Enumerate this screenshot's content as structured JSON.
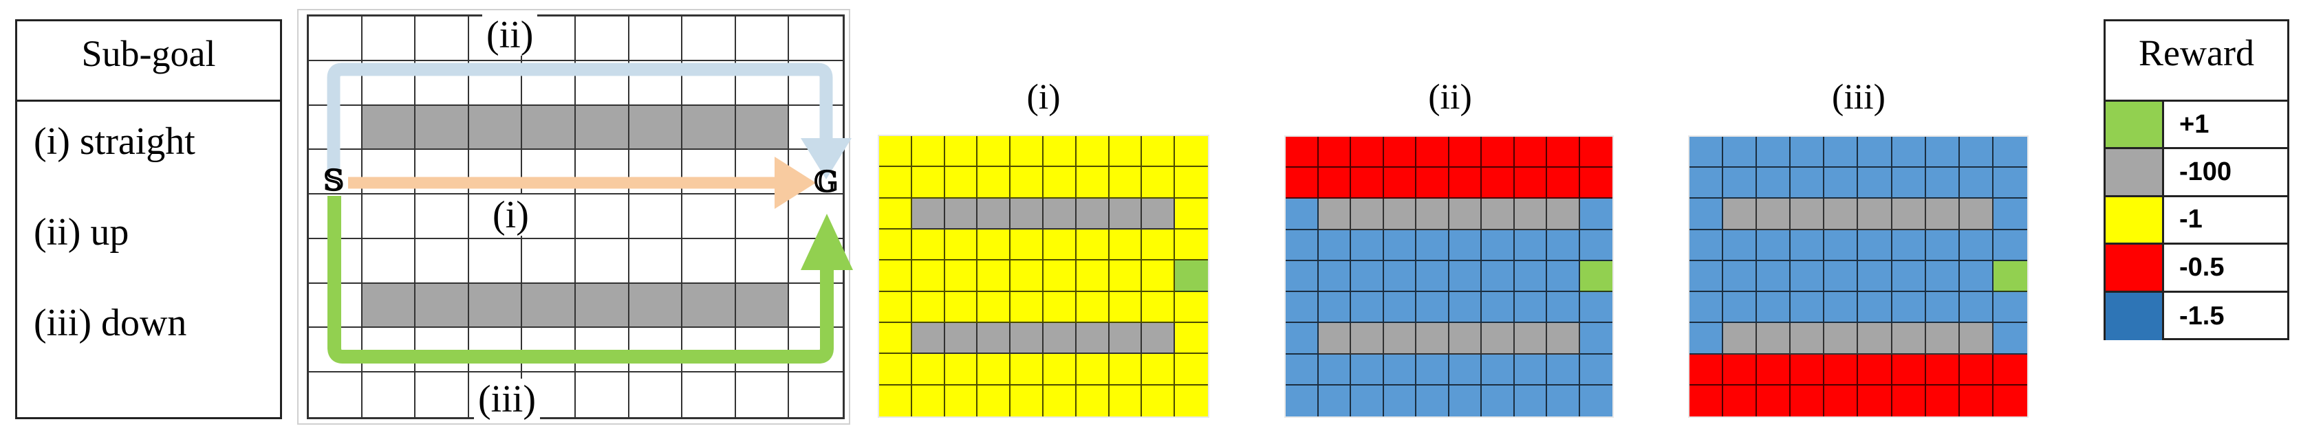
{
  "subgoal_table": {
    "header": "Sub-goal",
    "rows": [
      "(i) straight",
      "(ii) up",
      "(iii) down"
    ]
  },
  "maze": {
    "cols": 10,
    "rows": 9,
    "walls": [
      [
        2,
        1
      ],
      [
        2,
        2
      ],
      [
        2,
        3
      ],
      [
        2,
        4
      ],
      [
        2,
        5
      ],
      [
        2,
        6
      ],
      [
        2,
        7
      ],
      [
        2,
        8
      ],
      [
        6,
        1
      ],
      [
        6,
        2
      ],
      [
        6,
        3
      ],
      [
        6,
        4
      ],
      [
        6,
        5
      ],
      [
        6,
        6
      ],
      [
        6,
        7
      ],
      [
        6,
        8
      ]
    ],
    "start": {
      "glyph": "𝕊",
      "row": 4,
      "col": 0
    },
    "goal": {
      "glyph": "𝔾",
      "row": 4,
      "col": 9
    },
    "paths": [
      {
        "id": "i",
        "label": "(i)",
        "name": "straight",
        "color": "#F8CBA0"
      },
      {
        "id": "ii",
        "label": "(ii)",
        "name": "up",
        "color": "#C9DCEA"
      },
      {
        "id": "iii",
        "label": "(iii)",
        "name": "down",
        "color": "#92D050"
      }
    ],
    "wall_color": "#A6A6A6"
  },
  "reward_maps": [
    {
      "title": "(i)",
      "sub_goal": "straight",
      "base": "Y",
      "red_rows": []
    },
    {
      "title": "(ii)",
      "sub_goal": "up",
      "base": "B",
      "red_rows": [
        0,
        1
      ]
    },
    {
      "title": "(iii)",
      "sub_goal": "down",
      "base": "B",
      "red_rows": [
        7,
        8
      ]
    }
  ],
  "reward_legend": {
    "header": "Reward",
    "items": [
      {
        "key": "G",
        "color": "#92D050",
        "value": "+1"
      },
      {
        "key": "W",
        "color": "#A6A6A6",
        "value": "-100"
      },
      {
        "key": "Y",
        "color": "#FFFF00",
        "value": "-1"
      },
      {
        "key": "R",
        "color": "#FF0000",
        "value": "-0.5"
      },
      {
        "key": "B",
        "color": "#2E75B6",
        "value": "-1.5"
      }
    ],
    "map_blue": "#5B9BD5"
  }
}
